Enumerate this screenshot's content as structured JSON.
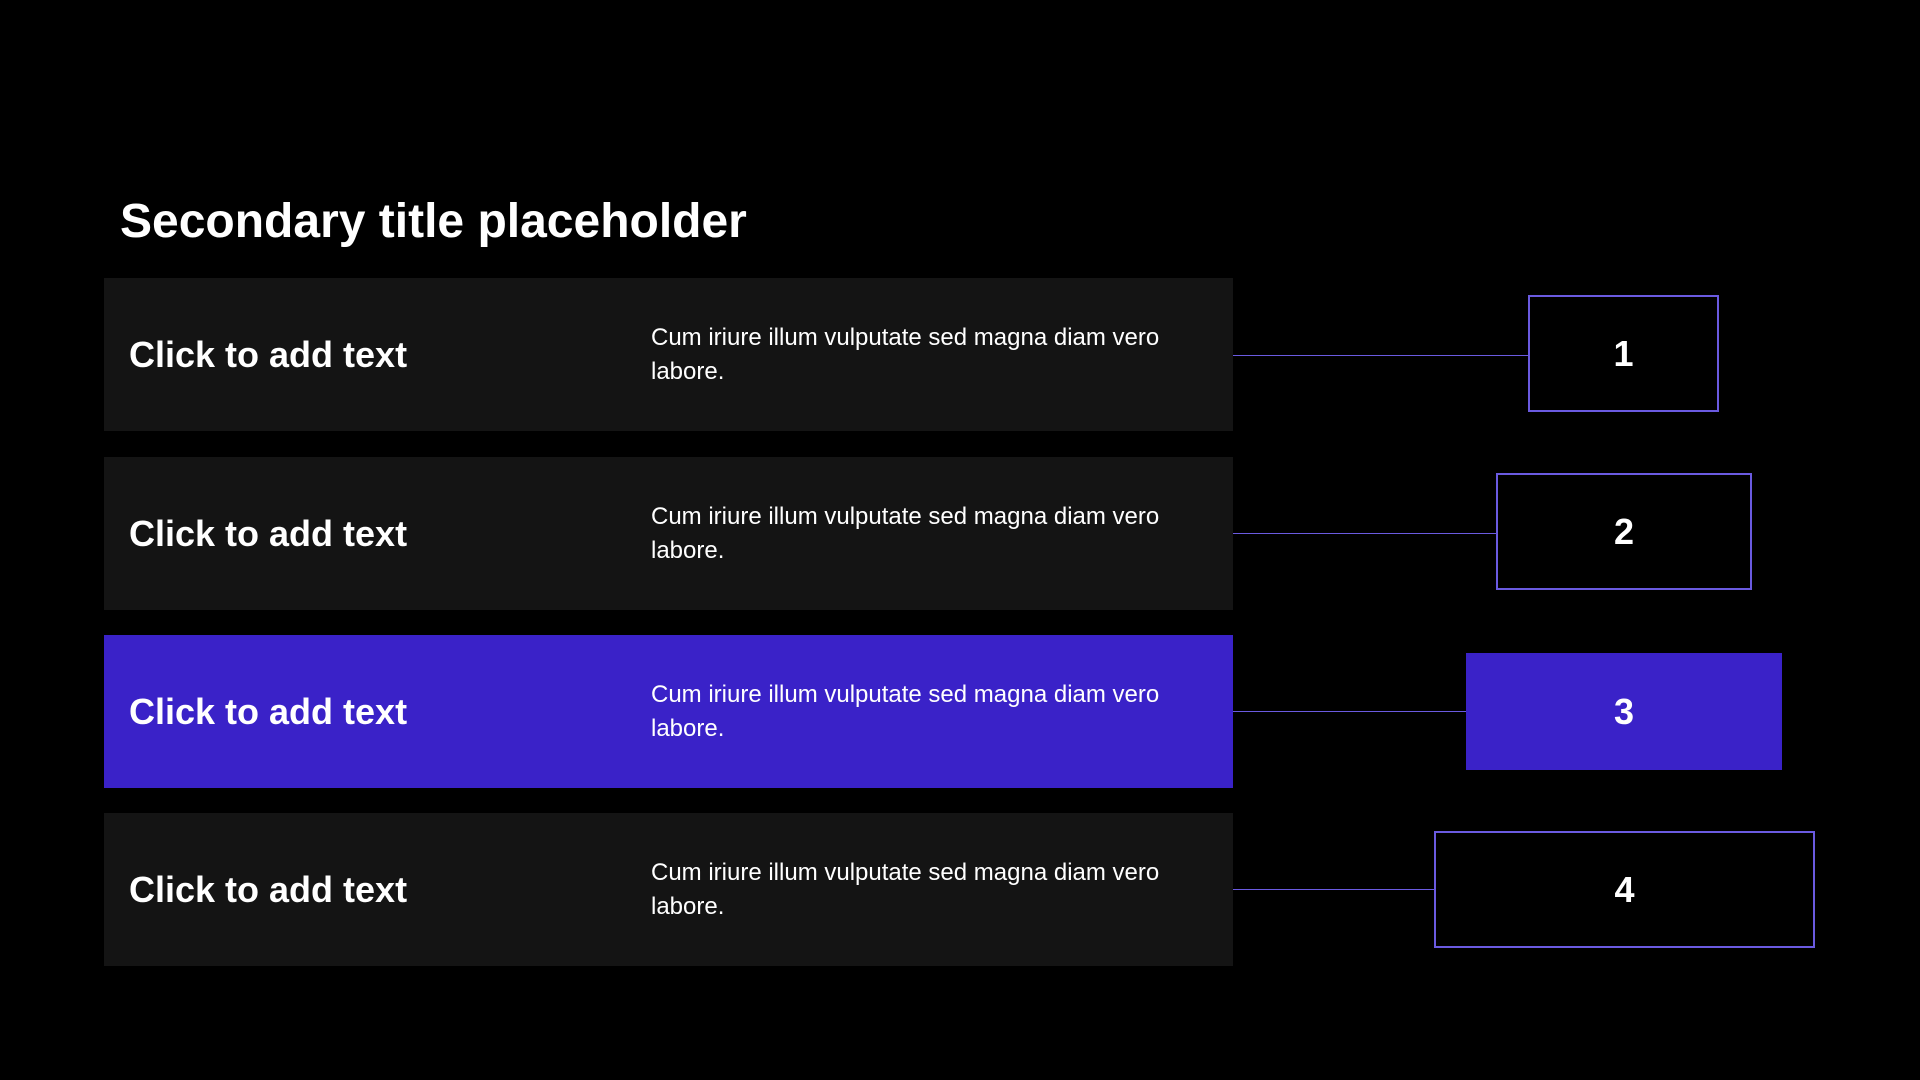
{
  "slide": {
    "title": "Secondary title placeholder"
  },
  "rows": [
    {
      "heading": "Click to add text",
      "description": "Cum iriure illum vulputate sed magna diam vero labore.",
      "number": "1",
      "highlighted": false
    },
    {
      "heading": "Click to add text",
      "description": "Cum iriure illum vulputate sed magna diam vero labore.",
      "number": "2",
      "highlighted": false
    },
    {
      "heading": "Click to add text",
      "description": "Cum iriure illum vulputate sed magna diam vero labore.",
      "number": "3",
      "highlighted": true
    },
    {
      "heading": "Click to add text",
      "description": "Cum iriure illum vulputate sed magna diam vero labore.",
      "number": "4",
      "highlighted": false
    }
  ],
  "colors": {
    "background": "#000000",
    "card": "#141414",
    "accent": "#3a22c8",
    "outline": "#6a5ae0",
    "text": "#ffffff"
  }
}
